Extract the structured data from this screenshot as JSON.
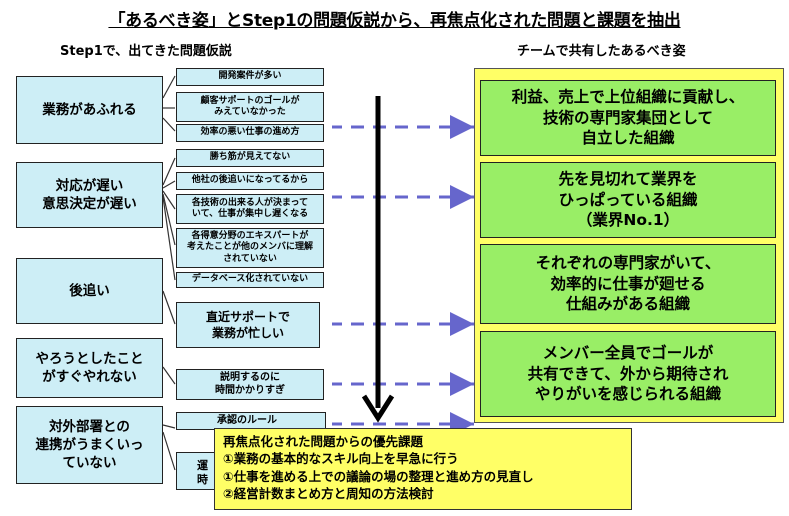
{
  "title": "「あるべき姿」とStep1の問題仮説から、再焦点化された問題と課題を抽出",
  "left_header": "Step1で、出てきた問題仮説",
  "right_header": "チームで共有したあるべき姿",
  "categories": [
    "業務があふれる",
    "対応が遅い\n意思決定が遅い",
    "後追い",
    "やろうとしたこと\nがすぐやれない",
    "対外部署との\n連携がうまくいっ\nていない"
  ],
  "hypotheses": [
    "開発案件が多い",
    "顧客サポートのゴールが\nみえていなかった",
    "効率の悪い仕事の進め方",
    "勝ち筋が見えてない",
    "他社の後追いになってるから",
    "各技術の出来る人が決まって\nいて、仕事が集中し遅くなる",
    "各得意分野のエキスパートが\n考えたことが他のメンバに理解\nされていない",
    "データベース化されていない",
    "直近サポートで\n業務が忙しい",
    "説明するのに\n時間かかりすぎ",
    "承認のルール",
    "運",
    "時"
  ],
  "ideals": [
    "利益、売上で上位組織に貢献し、\n技術の専門家集団として\n自立した組織",
    "先を見切れて業界を\nひっぱっている組織\n（業界No.1）",
    "それぞれの専門家がいて、\n効率的に仕事が廻せる\n仕組みがある組織",
    "メンバー全員でゴールが\n共有できて、外から期待され\nやりがいを感じられる組織"
  ],
  "summary": {
    "heading": "再焦点化された問題からの優先課題",
    "items": [
      "①業務の基本的なスキル向上を早急に行う",
      "①仕事を進める上での議論の場の整理と進め方の見直し",
      "②経営計数まとめ方と周知の方法検討"
    ]
  },
  "colors": {
    "category_fill": "#cdeef6",
    "ideal_fill": "#99ee66",
    "highlight_fill": "#ffff66",
    "arrow_dash": "#6666cc"
  }
}
